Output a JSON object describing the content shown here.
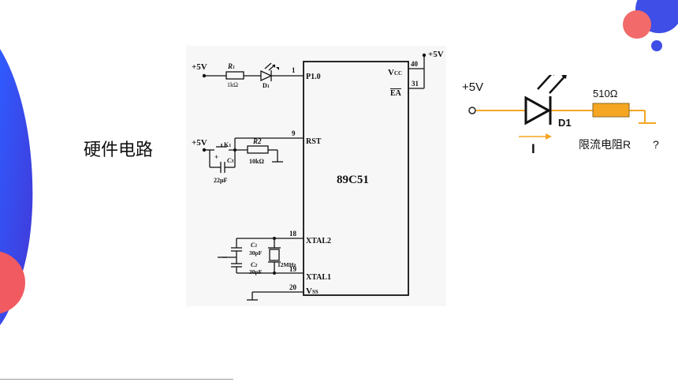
{
  "title": "硬件电路",
  "schematic": {
    "supply_1": "+5V",
    "supply_2": "+5V",
    "supply_top": "+5V",
    "r1_name": "R",
    "r1_sub": "1",
    "r1_value": "1kΩ",
    "d1_name": "D",
    "d1_sub": "1",
    "pin_p10_num": "1",
    "pin_p10_label": "P1.0",
    "pin_vcc_num": "40",
    "pin_vcc_label": "V",
    "pin_vcc_sub": "CC",
    "pin_ea_num": "31",
    "pin_ea_label": "EA",
    "pin_rst_num": "9",
    "pin_rst_label": "RST",
    "k1_name": "K",
    "k1_sub": "1",
    "c3_name": "C",
    "c3_sub": "3",
    "c3_plus": "+",
    "c3_value": "22μF",
    "r2_name": "R2",
    "r2_value": "10kΩ",
    "chip_label": "89C51",
    "pin_xtal2_num": "18",
    "pin_xtal2_label": "XTAL2",
    "pin_xtal1_num": "19",
    "pin_xtal1_label": "XTAL1",
    "pin_vss_num": "20",
    "pin_vss_label": "V",
    "pin_vss_sub": "SS",
    "c1_name": "C",
    "c1_sub": "1",
    "c1_value": "30pF",
    "c2_name": "C",
    "c2_sub": "2",
    "c2_value": "30pF",
    "crystal_value": "12MHz"
  },
  "led_circuit": {
    "supply": "+5V",
    "resistor_value": "510Ω",
    "led_label": "D1",
    "current_label": "I",
    "resistor_caption": "限流电阻R",
    "question_mark": "?"
  },
  "colors": {
    "blue_accent": "#3b4fe0",
    "red_accent": "#f05a60",
    "orange_wire": "#f5a623"
  }
}
